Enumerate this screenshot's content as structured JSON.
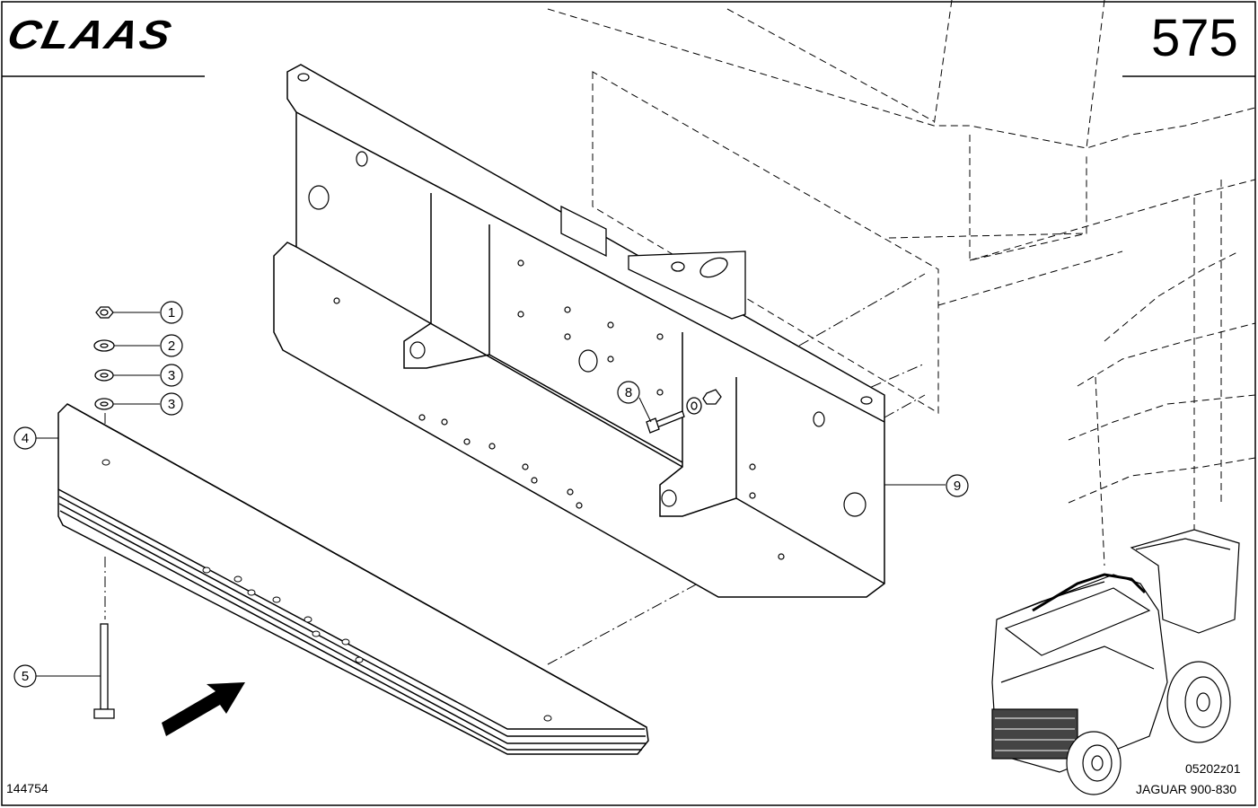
{
  "header": {
    "brand": "CLAAS",
    "page_number": "575"
  },
  "footer": {
    "image_id": "144754",
    "drawing_code": "05202z01",
    "model": "JAGUAR 900-830"
  },
  "callouts": [
    {
      "id": "c1",
      "label": "1"
    },
    {
      "id": "c2",
      "label": "2"
    },
    {
      "id": "c3a",
      "label": "3"
    },
    {
      "id": "c3b",
      "label": "3"
    },
    {
      "id": "c4",
      "label": "4"
    },
    {
      "id": "c5",
      "label": "5"
    },
    {
      "id": "c8",
      "label": "8"
    },
    {
      "id": "c9",
      "label": "9"
    }
  ]
}
